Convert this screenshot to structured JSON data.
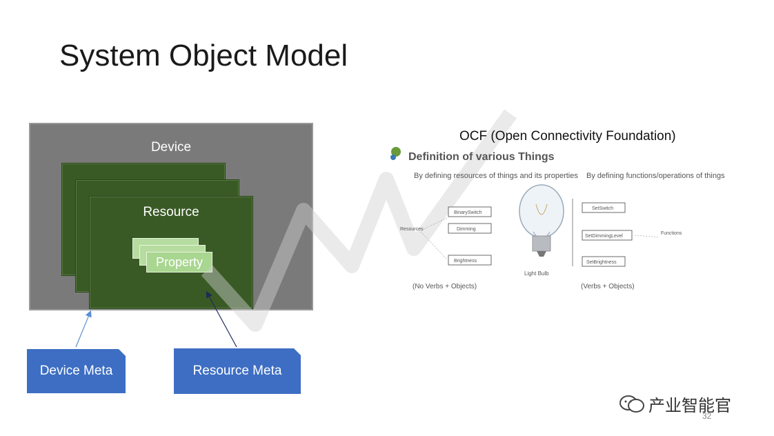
{
  "slide": {
    "title": "System Object Model",
    "page_number": "32"
  },
  "left_diagram": {
    "device_label": "Device",
    "resource_label": "Resource",
    "property_label": "Property",
    "device_meta_label": "Device Meta",
    "resource_meta_label": "Resource Meta",
    "colors": {
      "device_bg": "#7a7a7a",
      "resource_bg": "#3a5a25",
      "property_bg": "#a9d690",
      "meta_bg": "#3d6ec3"
    }
  },
  "ocf": {
    "caption": "OCF (Open Connectivity Foundation)",
    "figure": {
      "heading": "Definition of various Things",
      "bullet_left": "By defining resources of things and its properties",
      "bullet_right": "By defining functions/operations of things",
      "center_label": "Light Bulb",
      "left_side_label": "Resources",
      "right_side_label": "Functions",
      "left_boxes": [
        "BinarySwitch",
        "Dimming",
        "Brightness"
      ],
      "right_boxes": [
        "SetSwitch",
        "SetDimmingLevel",
        "SetBrightness"
      ],
      "left_bottom": "(No Verbs + Objects)",
      "right_bottom": "(Verbs + Objects)"
    }
  },
  "footer": {
    "logo_text": "产业智能官",
    "logo_icon": "wechat-icon"
  }
}
